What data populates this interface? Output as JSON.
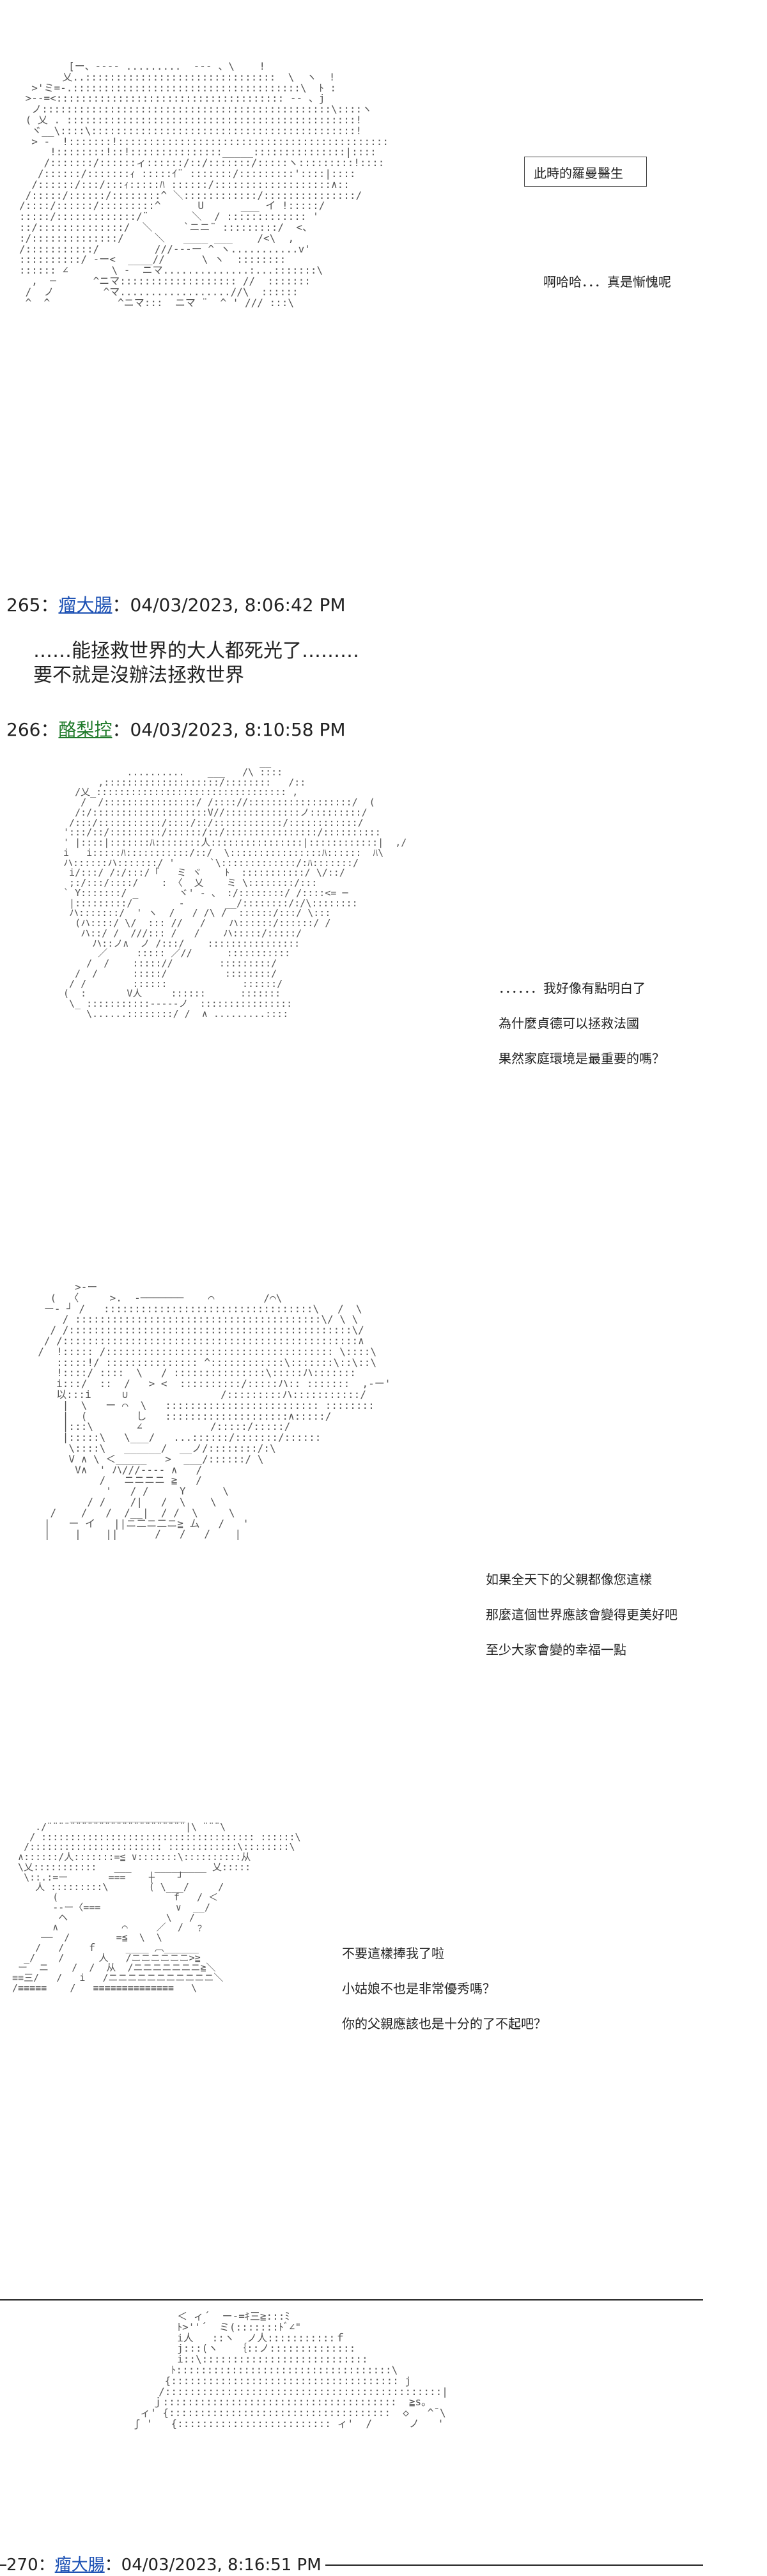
{
  "panel1": {
    "art": "        [ー、---- .........  --- 、\\    !\n       乂..:::::::::::::::::::::::::::::::  \\  ヽ  !\n  >'ミ=-.:::::::::::::::::::::::::::::::::::::\\  ﾄ :\n >--=<::::::::::::::::::::::::::::::::::::: -- 、j\n  ノ:::::::::::::::::::::::::::::::::::::::::::::::\\::::ヽ\n ( 乂 . :::::::::::::::::::::::::::::::::::::::::::::::!\n  ヾ__\\::::\\:::::::::::::::::::::::::::::::::::::::::::!\n  > -  !:::::::!::::::::::::::::::::::::::::::::::::::::::::\n     !::::::::!::!:::::::::::::::_____:::::::::::::::|::::\n    /:::::::/::::::ィ::::::/::/:::::::/:::::ヽ:::::::::!::::\n   /::::::/:::::::ｨ :::::ｲ¨ :::::::/:::::::::'::::|::::\n  /::::::/:::/:::ｨ:::::ﾊ ::::::/:::::::::::::::::::∧::\n /:::::/::::::/::::::::^ ＼::::::::::::/:::::::::::::::/ \n/::::/::::::/:::::::::^      U      ___ イ !:::::/\n:::::/:::::::::::::/¨       ＼  / ::::::::::::: '\n::/::::::::::::::/  ＼     `ニニ¨ :::::::::/  <、\n:/::::::::::::::/     ＼   ____ ___    /<\\  ,\n/:::::::::::/         ///---ー ^ ヽ...........v'\n::::::::::/ -ー<  ____//      \\ ヽ  ::::::::\n:::::: ∠       \\ -  ニマ..............:...:::::::\\\n  ,  ─      ^ニマ::::::::::::::::::: //  :::::::\n /  ノ        ^マ..................//\\  ::::::\n ^  ^           ^ニマ:::  ニマ ¨  ^ ' /// :::\\",
    "box_text": "此時的羅曼醫生",
    "line1": "啊哈哈．．．真是慚愧呢"
  },
  "post265": {
    "num": "265",
    "sep": "：",
    "name": "瘤大腸",
    "date": "：04/03/2023, 8:06:42 PM",
    "lines": [
      "……能拯救世界的大人都死光了………",
      "要不就是沒辦法拯救世界"
    ]
  },
  "post266": {
    "num": "266",
    "sep": "：",
    "name": "酪梨控",
    "date": "：04/03/2023, 8:10:58 PM"
  },
  "panel2": {
    "art": "                                   __  \n            ..........    ___   /\\ ::::  \n       ,::::::::::::::::::::/::::::::   /::  \n   ∕乂_::::::::::::::::::::::::::::::::: ,  \n    /  /::::::::::::::::/ /:::://::::::::::::::::::/  (\n   /:/::::::::::::::::::::V//:::::::::::::ノ:::::::::/\n  /:::/:::::::::::/::::/::/::::::::::::/::::::::::::/\n ':::/::/:::::::::/::::::/::/::::::::::::::::/::::::::::\n ' |::::|:::::::ﾊ::::::::人::::::::::::::::|::::::::::::|  ,/\n i   i:::::ﾊ:::::::::::/::/  \\::::::::::::::::ﾊ::::::  ﾊ\\\n ハ::::::ハ:::::::/ '      `\\:::::::::::::/:ﾊ:::::::/\n  i/:::/ /:/:::/「   ミ ヾ    ﾄ  :::::::::::/ \\/::/\n  ;:/:::/::::/    : 〈  乂    ミ \\::::::::/:::\n ` Y:::::::/ _       ヾ' ‐ 、 :/::::::::/ /::::<= ─\n  |:::::::::/        ‐       __/::::::::/:/\\::::::::\n  ハ:::::::/  ' ヽ  /   ∕ /\\ /  ::::::/:::/ \\:::\n   (ハ::::/ \\/  ::: ∕/   ∕    ハ::::::/::::::/ ∕\n    ハ::/ ∕  ///::: ∕   ∕    ハ:::::/:::::∕\n      ハ::ノ∧  ノ /:::/    ::::::::::::::::\n       ／     ::::: ／∕/      :::::::::::\n     /  /    :::::∕/        :::::::::/\n   /  /      :::::/          ::::::::/\n  / /        ::::::             ::::::/\n (  :       V人     ::::::      :::::::\n  \\_ :::::::::::-----ノ  ::::::::::::::::\n     \\......::::::::/ /  ∧ .........::::",
    "line1": "．．．．．．我好像有點明白了",
    "line2": "為什麼貞德可以拯救法國",
    "line3": "果然家庭環境是最重要的嗎？"
  },
  "panel3": {
    "art": "        >-ー                                          \n    (  〈     >.  ‐───────    ⌒        /⌒\\  \n   ー- ┘ /   ::::::::::::::::::::::::::::::::::\\   /  \\ \n      / ::::::::::::::::::::::::::::::::::::::::\\/ \\ \\\n    / /::::::::::::::::::::::::::::::::::::::::::::::\\/ \n   / /::::::::::::::::::::::::::::::::::::::::::::::::∧ \n  /  !::::: /::::::::::::::::::::::::::::::::::::: \\::::\\\n     :::::!/ ::::::::::::::: ^::::::::::::\\:::::::\\::\\::\\\n     !::::/ ::::  \\   / :::::::::::::::\\:::::ハ:::::::\n     i:::/  ::  /   > <  ::::::::::/:::::ハ:: :::::::  ,-ー'\n     以:::i     ∪               /:::::::::ハ:::::::::::/\n      |  \\   ー ⌒  \\   ::::::::::::::::::::::::: ::::::::\n      |  (        し   ::::::::::::::::::::∧:::::/\n      |:::\\       ∠           /:::::/:::::/\n      |:::::\\   \\___/   ...::::::/:::::::/::::::\n       \\::::\\   ______/  __ノ/::::::::/:\\\n       V ∧ \\ ＜_____   >  ___/::::::/ \\\n        V∧  ' ハ///---- ∧   /\n            /   ニニニニ ≧   /\n             '   / /     Y      \\\n          / /    /|   /  \\    \\\n    /    /   /  /__|  / /  \\     \\\n   |   ー イ   ||ニ二ニ二ニ≧ ム   /   '\n   |    |    ||      /   /   /    |",
    "line1": "如果全天下的父親都像您這樣",
    "line2": "那麼這個世界應該會變得更美好吧",
    "line3": "至少大家會變的幸福一點"
  },
  "panel4": {
    "art": "           ____________________  \n     ./¨¨¨¨¨¨¨¨¨¨¨¨¨¨¨¨¨¨¨¨¨¨¨¨|\\ ¨¨¨\\\n    / ::::::::::::::::::::::::::::::::::::: ::::::\\ \n   /::::::::::::::::::::::: ::::::::::::\\::::::::\\\n  ∧::::::/人:::::::=≦ ∨:::::::\\::::::::::从\n  \\乂:::::::::::   ___    _________ 乂::::: \n   \\::.:=ー       ===    ┼    ┘\n     人 :::::::::\\       ( \\___/     /  \n        (                    f   / ＜\n        ‐-ー〈===             ∨  __/  \n         ヘ                 \\   /\n        ∧           ⌒     ／  /  ﹖\n      ──  /        =≦  \\  \\\n     /   /    ｆ     ____ ︹______\n   _/    /      人   /ニニニニニニ>≧\n  ー  ニ    /  /  从  /ニニニニニニニ≧＼\n ≡≡三/   /   i   /ニニニニニニニニニニニ＼\n /≡≡≡≡≡    /   ≡≡≡≡≡≡≡≡≡≡≡≡≡≡   \\",
    "line1": "不要這樣捧我了啦",
    "line2": "小姑娘不也是非常優秀嗎？",
    "line3": "你的父親應該也是十分的了不起吧？"
  },
  "panel5": {
    "art": "        ＜ ィ´  ー‐=ｷ三≧:::ﾐ\n        ﾄ>''´  ミ(:::::::ﾄﾞ∠\"\n        i人   ::ヽ  ノ人:::::::::::ｆ\n        j:::(ヽ   ｛::ノ::::::::::::::\n        i::\\:::::::::::::::::::::::::::\n       ﾄ:::::::::::::::::::::::::::::::::::\\ \n      {::::::::::::::::::::::::::::::::::::: j\n     /:::::::::::::::::::::::::::::::::::::::::::::|\n    ｊ::::::::::::::::::::::::::::::::::::::  ≧s。\n  ィ' {::::::::::::::::::::::::::::::::::::  ◇   ^¯\\\n ʃ '   {::::::::::::::::::::::::: ィ'  /      ノ   ' "
  },
  "post270": {
    "num": "270",
    "sep": "：",
    "name": "瘤大腸",
    "date": "：04/03/2023, 8:16:51 PM"
  }
}
